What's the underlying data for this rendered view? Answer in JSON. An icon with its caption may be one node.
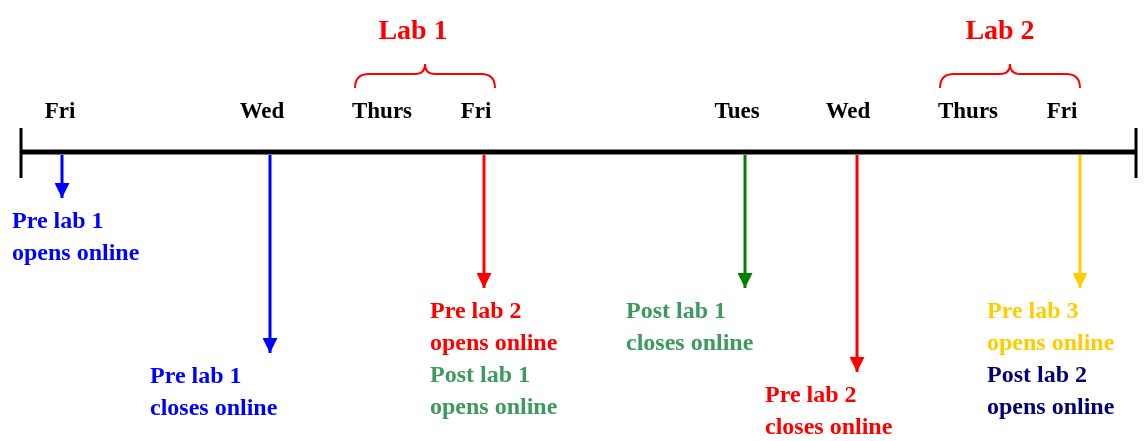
{
  "diagram": {
    "nodes": [
      {
        "text": [
          "Pre lab 1 opens online"
        ]
      },
      {
        "text": [
          "Pre lab 1 closes online"
        ]
      },
      {
        "text": [
          "Pre lab 2 opens online",
          "Post lab 1 opens online"
        ]
      },
      {
        "text": [
          "Post lab 1 closes online"
        ]
      },
      {
        "text": [
          "Pre lab 2 closes online"
        ]
      },
      {
        "text": [
          "Pre lab 3 opens online",
          "Post lab 2 opens online"
        ]
      }
    ],
    "edges": [
      {
        "from": null,
        "to": 0,
        "arrow": "to",
        "color": "#0000ff"
      },
      {
        "from": null,
        "to": 1,
        "arrow": "to",
        "color": "#0000ff"
      },
      {
        "from": null,
        "to": 2,
        "arrow": "to",
        "color": "#ff0000"
      },
      {
        "from": null,
        "to": 3,
        "arrow": "to",
        "color": "#008000"
      },
      {
        "from": null,
        "to": 4,
        "arrow": "to",
        "color": "#ff0000"
      },
      {
        "from": null,
        "to": 5,
        "arrow": "to",
        "color": "#ffcc00"
      }
    ],
    "labels": [
      "Lab 1",
      "Lab 2",
      "Fri",
      "Wed",
      "Thurs",
      "Fri",
      "Tues",
      "Wed",
      "Thurs",
      "Fri"
    ]
  }
}
